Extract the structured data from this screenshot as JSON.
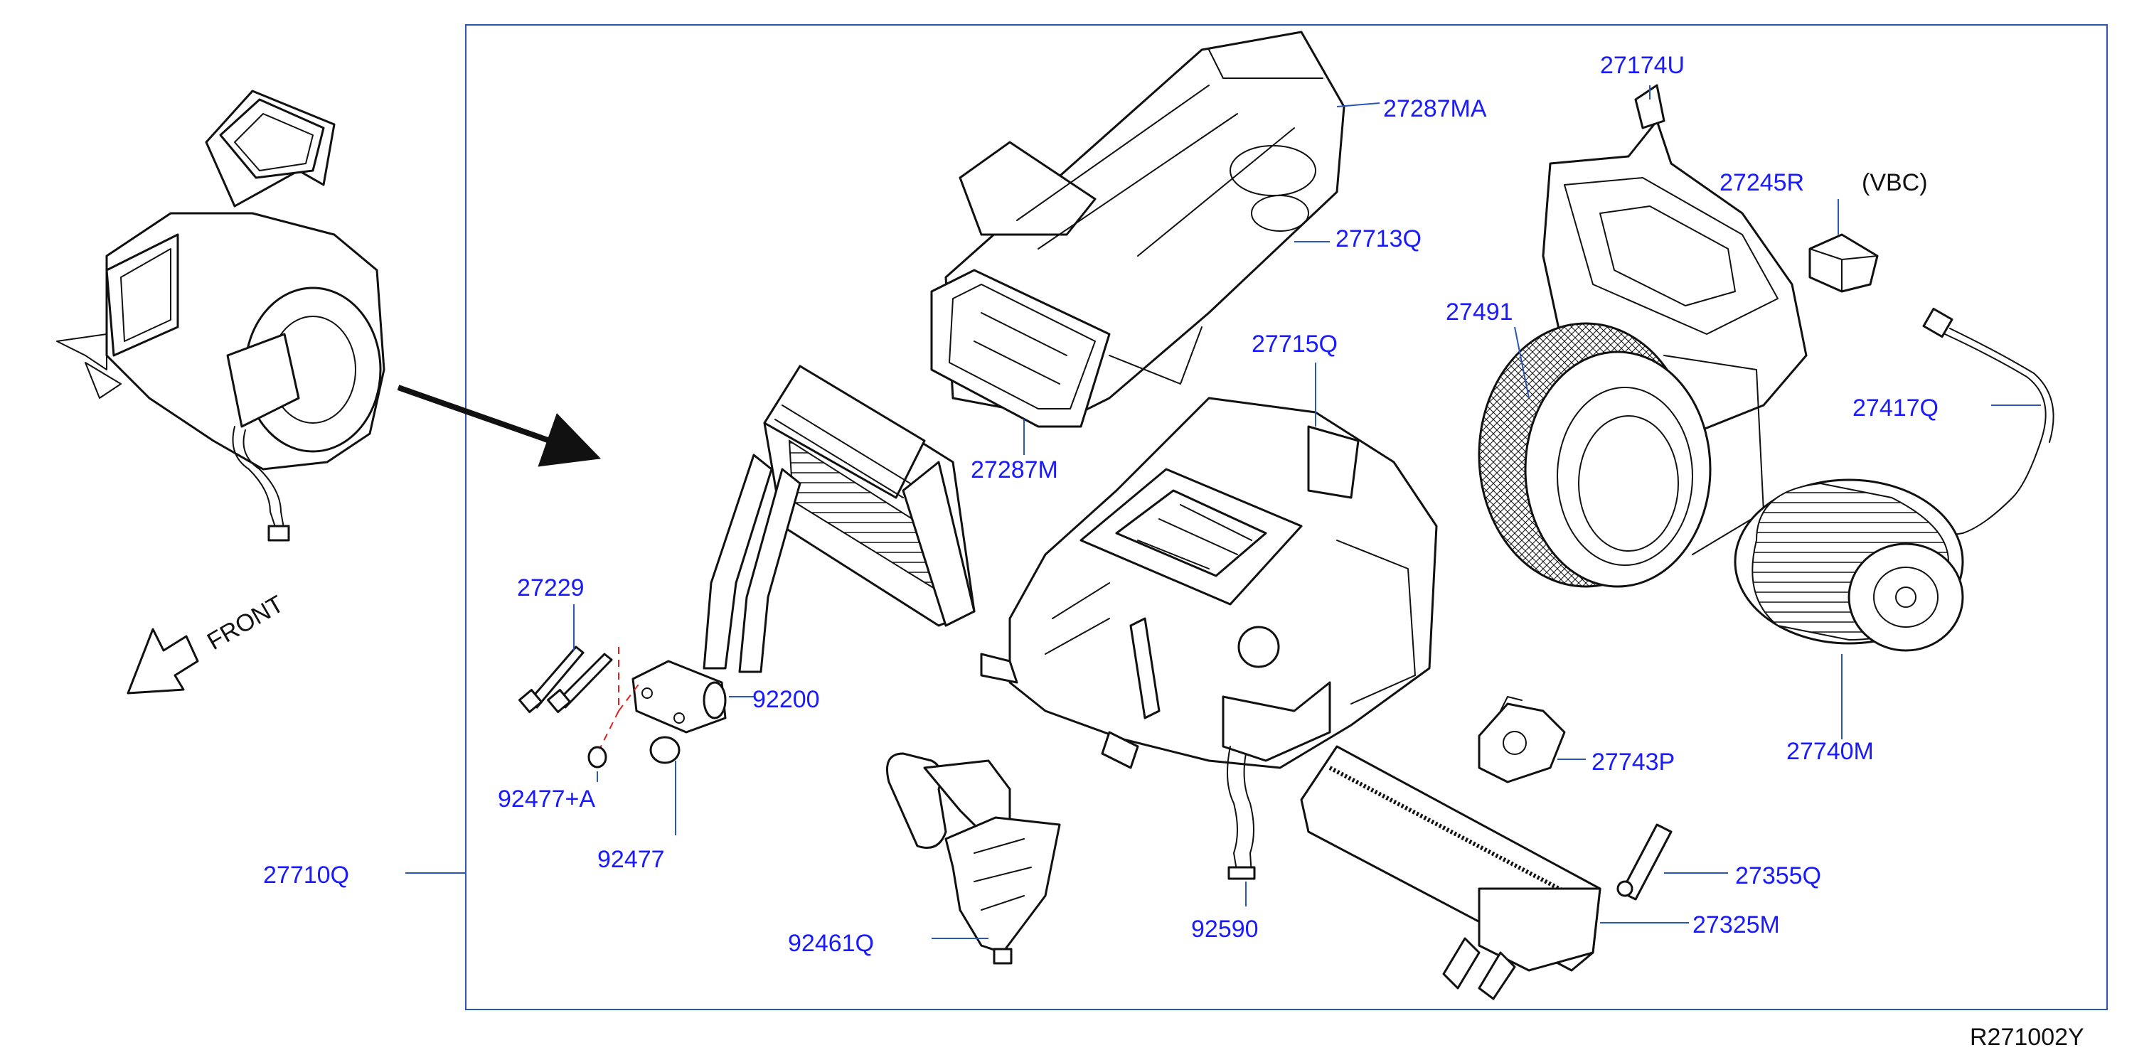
{
  "diagram": {
    "reference_code": "R271002Y",
    "front_label": "FRONT",
    "vbc_note": "(VBC)",
    "colors": {
      "label": "#1a1aff",
      "leader": "#2a56b8",
      "frame": "#2a56b8",
      "dashed_guide": "#e02020",
      "line_art": "#111111"
    },
    "parts": [
      {
        "id": "p27287MA",
        "number": "27287MA"
      },
      {
        "id": "p27713Q",
        "number": "27713Q"
      },
      {
        "id": "p27287M",
        "number": "27287M"
      },
      {
        "id": "p27174U",
        "number": "27174U"
      },
      {
        "id": "p27245R",
        "number": "27245R"
      },
      {
        "id": "p27491",
        "number": "27491"
      },
      {
        "id": "p27715Q",
        "number": "27715Q"
      },
      {
        "id": "p27417Q",
        "number": "27417Q"
      },
      {
        "id": "p27740M",
        "number": "27740M"
      },
      {
        "id": "p27229",
        "number": "27229"
      },
      {
        "id": "p92200",
        "number": "92200"
      },
      {
        "id": "p92477A",
        "number": "92477+A"
      },
      {
        "id": "p92477",
        "number": "92477"
      },
      {
        "id": "p27710Q",
        "number": "27710Q"
      },
      {
        "id": "p27743P",
        "number": "27743P"
      },
      {
        "id": "p27355Q",
        "number": "27355Q"
      },
      {
        "id": "p27325M",
        "number": "27325M"
      },
      {
        "id": "p92590",
        "number": "92590"
      },
      {
        "id": "p92461Q",
        "number": "92461Q"
      }
    ]
  }
}
